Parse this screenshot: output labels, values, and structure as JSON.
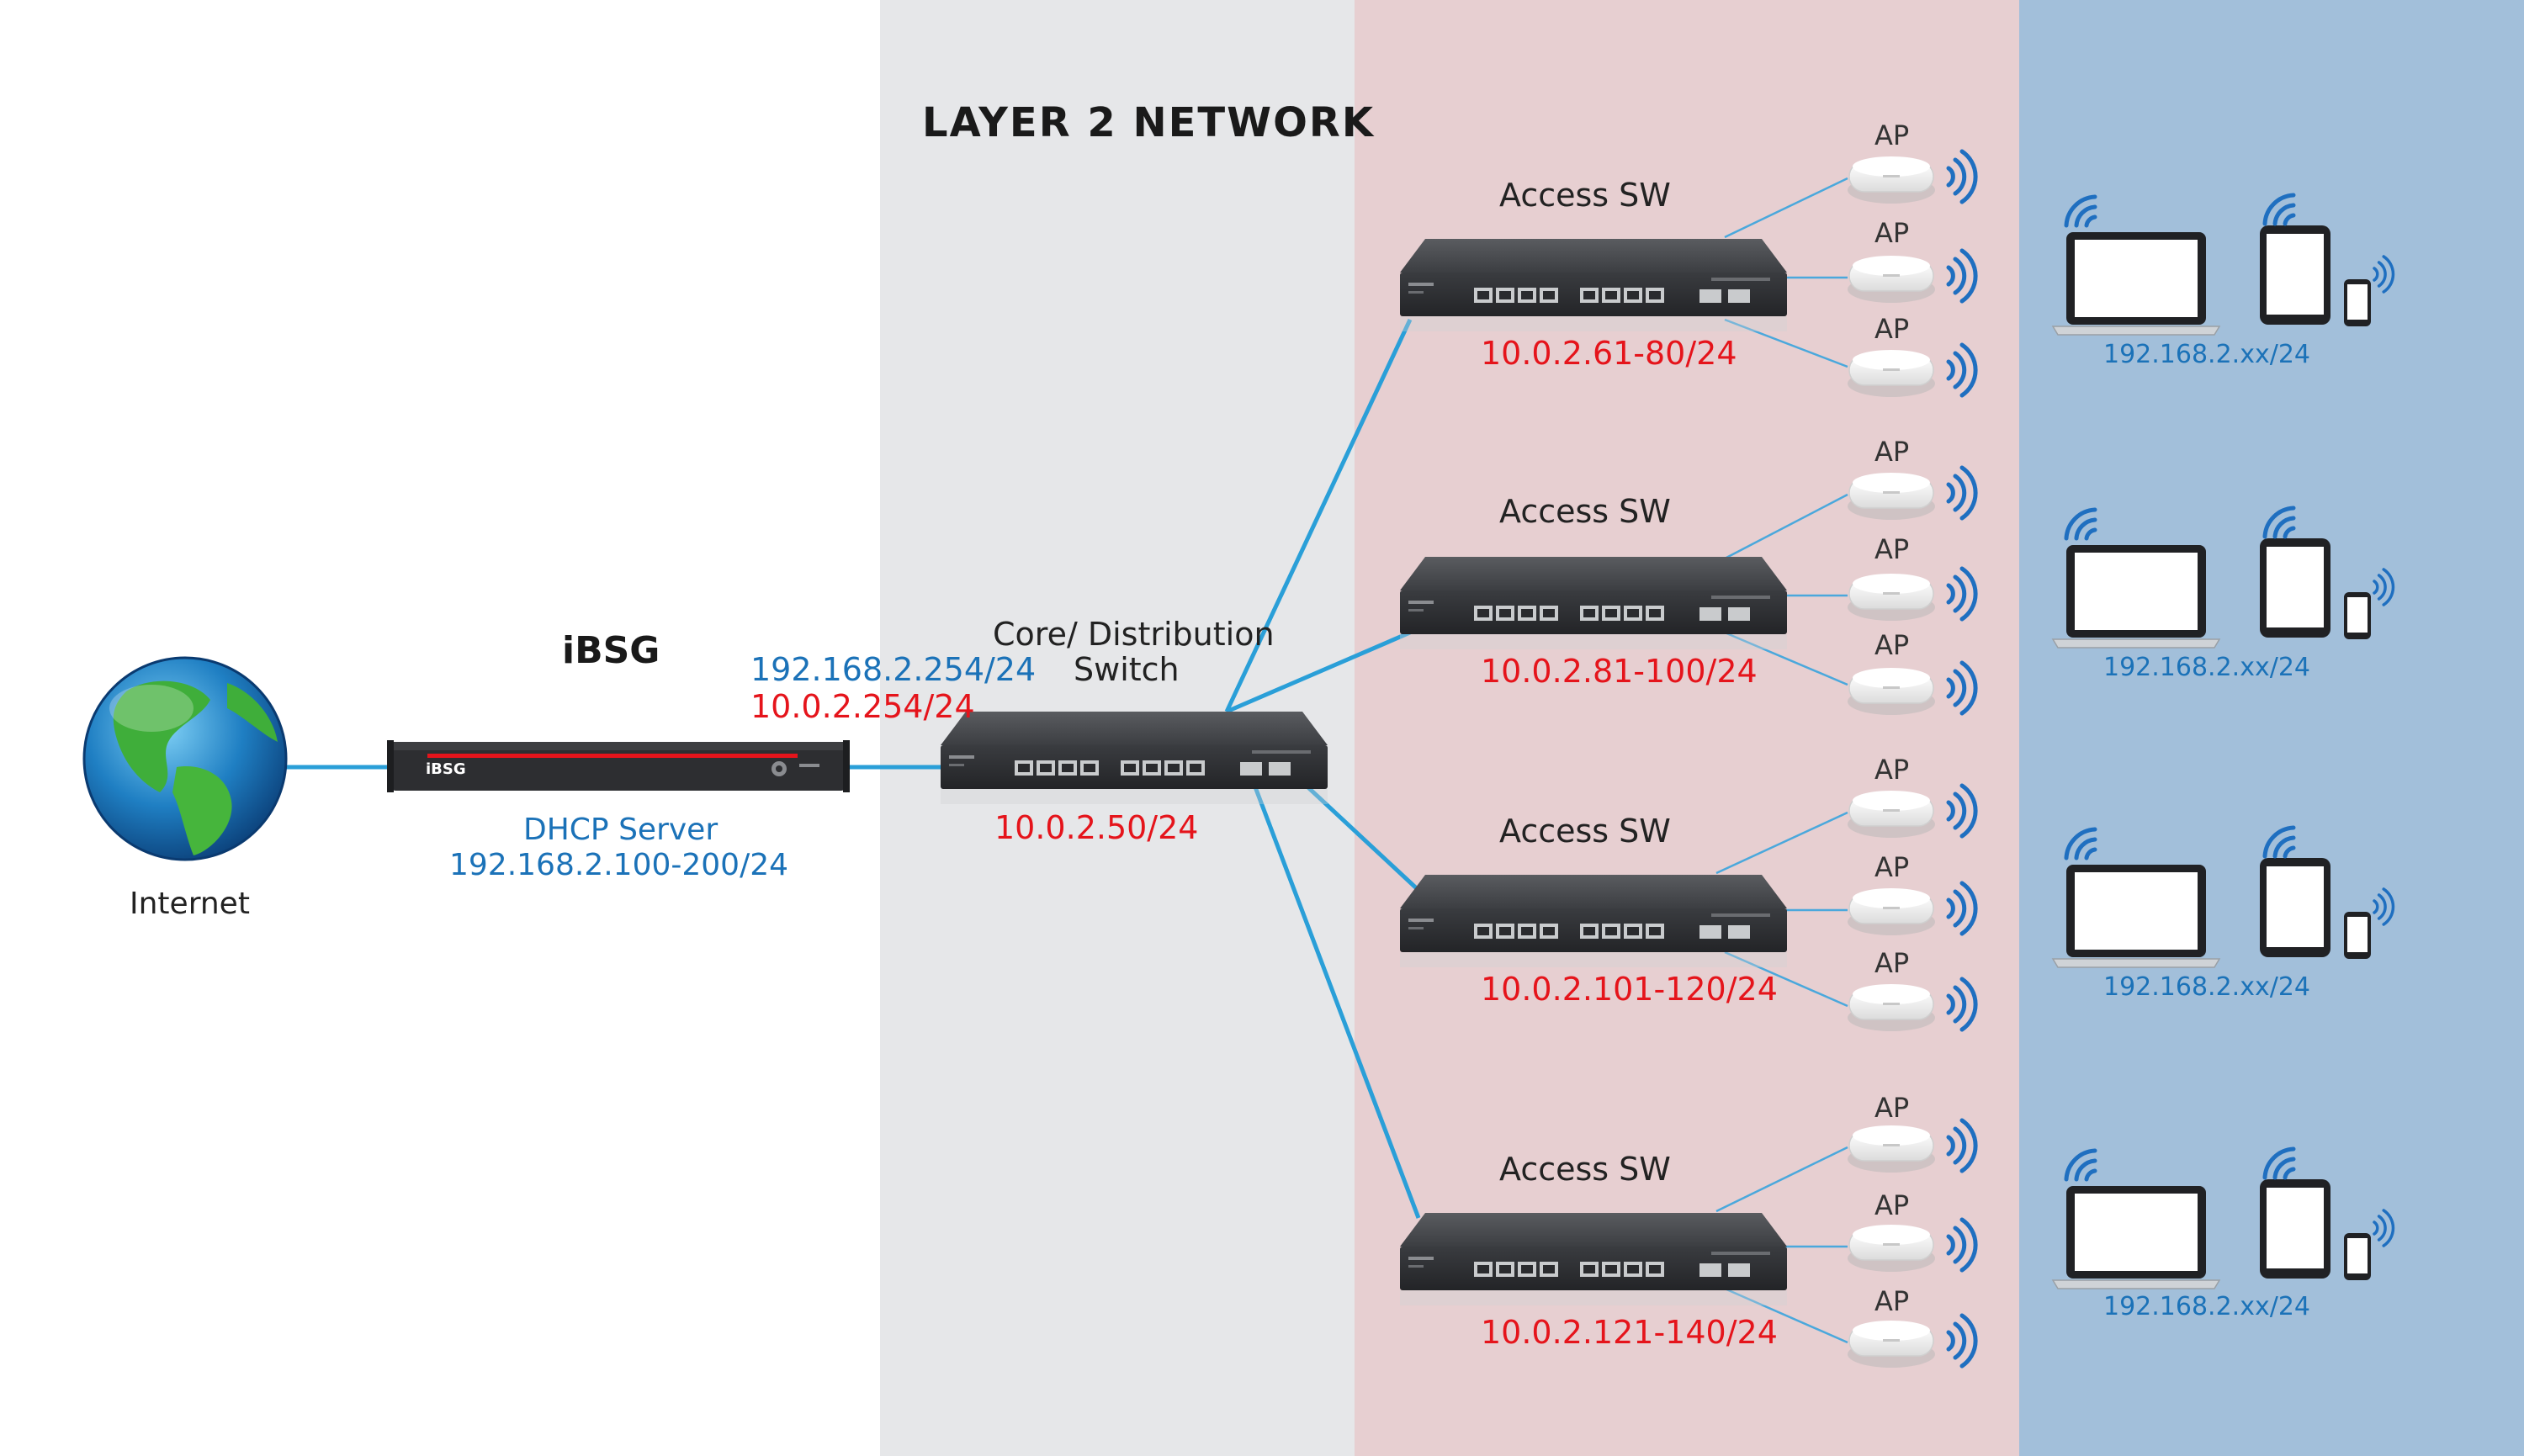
{
  "title": "LAYER 2 NETWORK",
  "colors": {
    "zone_layer2": "#e6e7e9",
    "zone_access": "#e7cfd1",
    "zone_clients": "#a2bfda",
    "link_main": "#2a9fd8",
    "link_ap": "#4aa8dc",
    "ip_blue": "#1b72b8",
    "ip_red": "#e5141b"
  },
  "internet": {
    "label": "Internet",
    "icon": "globe-icon"
  },
  "ibsg": {
    "title": "iBSG",
    "device_brand": "iBSG",
    "dhcp_label": "DHCP Server",
    "dhcp_range": "192.168.2.100-200/24",
    "ip_blue": "192.168.2.254/24",
    "ip_red": "10.0.2.254/24"
  },
  "core_switch": {
    "label_line1": "Core/ Distribution",
    "label_line2": "Switch",
    "ip": "10.0.2.50/24"
  },
  "access_switches": [
    {
      "label": "Access SW",
      "ip": "10.0.2.61-80/24"
    },
    {
      "label": "Access SW",
      "ip": "10.0.2.81-100/24"
    },
    {
      "label": "Access SW",
      "ip": "10.0.2.101-120/24"
    },
    {
      "label": "Access SW",
      "ip": "10.0.2.121-140/24"
    }
  ],
  "ap_label": "AP",
  "client_groups": [
    {
      "ip": "192.168.2.xx/24"
    },
    {
      "ip": "192.168.2.xx/24"
    },
    {
      "ip": "192.168.2.xx/24"
    },
    {
      "ip": "192.168.2.xx/24"
    }
  ]
}
